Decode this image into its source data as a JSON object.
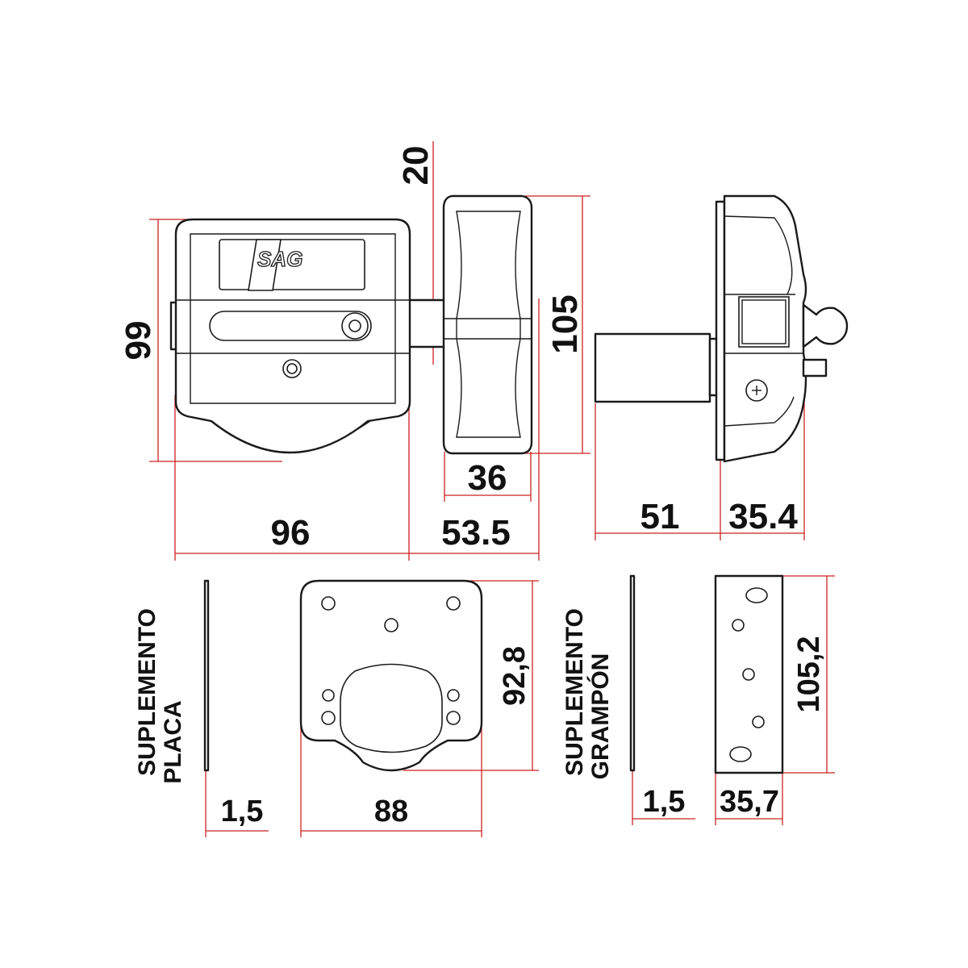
{
  "brand": {
    "logo_text": "SAG"
  },
  "dimensions": {
    "lock_height": "99",
    "bolt_offset": "20",
    "keeper_height": "105",
    "keeper_width": "36",
    "lock_width": "96",
    "bolt_throw": "53.5",
    "cylinder_length": "51",
    "lock_depth": "35.4",
    "plate_shim_thickness": "1,5",
    "plate_shim_width": "88",
    "plate_shim_height": "92,8",
    "keeper_shim_thickness": "1,5",
    "keeper_shim_width": "35,7",
    "keeper_shim_height": "105,2"
  },
  "labels": {
    "plate_shim_line1": "SUPLEMENTO",
    "plate_shim_line2": "PLACA",
    "keeper_shim_line1": "SUPLEMENTO",
    "keeper_shim_line2": "GRAMPÓN"
  },
  "colors": {
    "dimension_lines": "#cc2222",
    "outline": "#1a1a1a"
  }
}
